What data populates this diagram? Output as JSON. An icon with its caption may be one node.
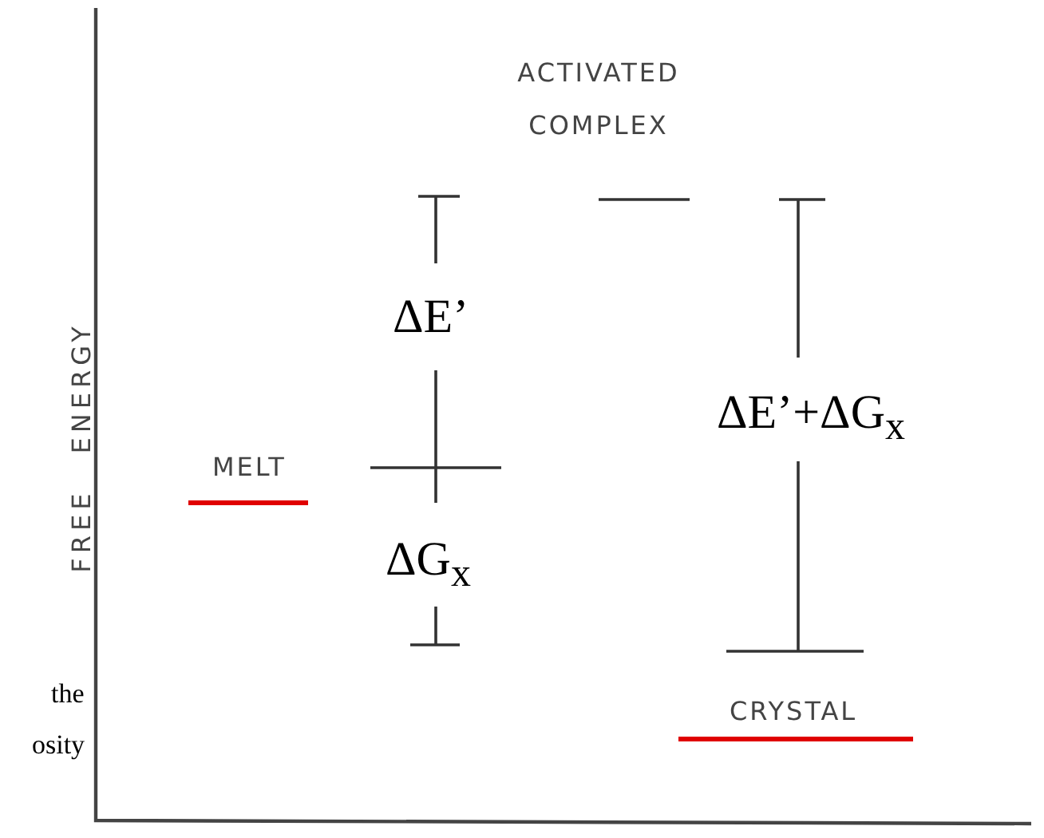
{
  "diagram": {
    "labels": [
      "ACTIVATED COMPLEX",
      "FREE ENERGY",
      "ΔE’",
      "MELT",
      "ΔE’+ΔG$_{x}$",
      "ΔG$_{x}$",
      "the",
      "osity",
      "CRYSTAL"
    ]
  }
}
